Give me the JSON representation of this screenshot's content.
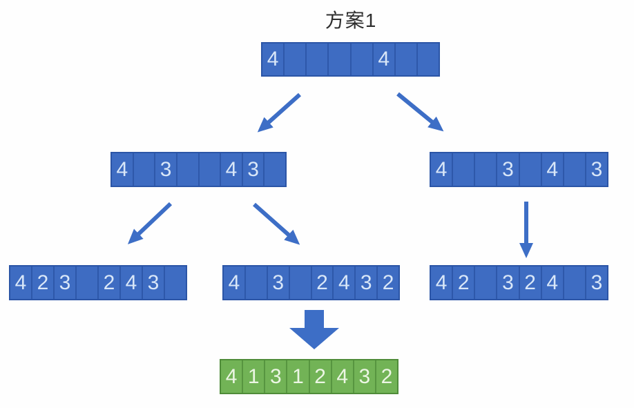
{
  "title": "方案1",
  "colors": {
    "bar_blue_fill": "#3e6cc2",
    "bar_blue_divider": "#2e58aa",
    "bar_blue_border": "#2b55a6",
    "bar_green_fill": "#72b356",
    "bar_green_divider": "#579540",
    "bar_green_border": "#4f8c39",
    "cell_text_on_blue": "#d9e7f8",
    "cell_text_on_green": "#ecf6e4",
    "arrow_blue": "#3d6ec6",
    "title_text": "#2e2e2e",
    "background": "#fefefe"
  },
  "icons": {
    "arrow_root_to_left": "diagonal-down-left-arrow",
    "arrow_root_to_right": "diagonal-down-right-arrow",
    "arrow_left_to_l3left": "diagonal-down-left-arrow",
    "arrow_left_to_l3middle": "diagonal-down-right-arrow",
    "arrow_right_to_l3right": "vertical-down-arrow",
    "arrow_middle_to_result": "block-down-arrow"
  },
  "arrays": {
    "root": {
      "cells": [
        "4",
        "",
        "",
        "",
        "",
        "4",
        "",
        ""
      ]
    },
    "level2_left": {
      "cells": [
        "4",
        "",
        "3",
        "",
        "",
        "4",
        "3",
        ""
      ]
    },
    "level2_right": {
      "cells": [
        "4",
        "",
        "",
        "3",
        "",
        "4",
        "",
        "3"
      ]
    },
    "level3_left": {
      "cells": [
        "4",
        "2",
        "3",
        "",
        "2",
        "4",
        "3",
        ""
      ]
    },
    "level3_middle": {
      "cells": [
        "4",
        "",
        "3",
        "",
        "2",
        "4",
        "3",
        "2"
      ]
    },
    "level3_right": {
      "cells": [
        "4",
        "2",
        "",
        "3",
        "2",
        "4",
        "",
        "3"
      ]
    },
    "result": {
      "cells": [
        "4",
        "1",
        "3",
        "1",
        "2",
        "4",
        "3",
        "2"
      ]
    }
  }
}
